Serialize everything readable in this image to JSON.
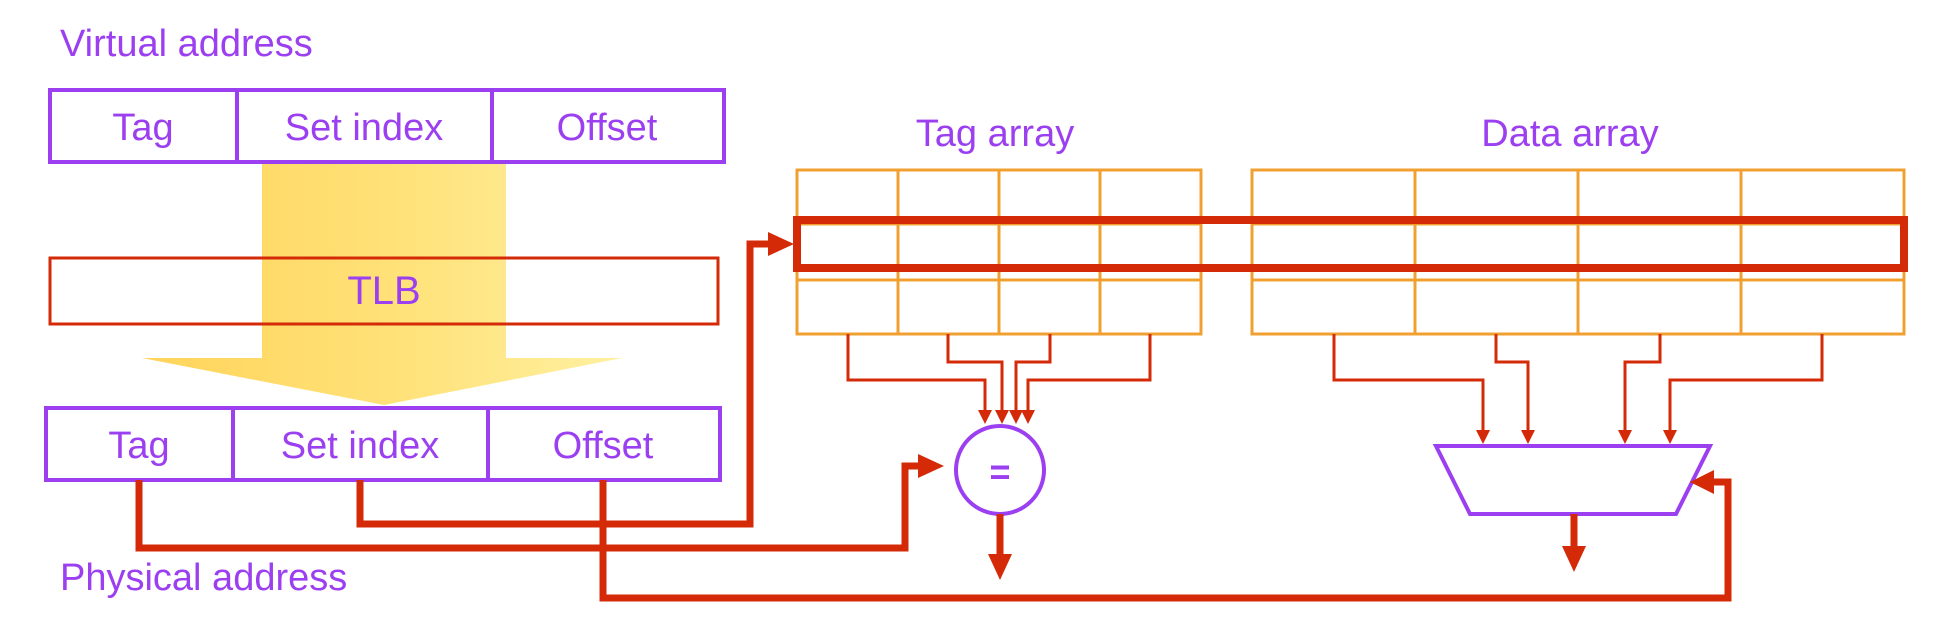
{
  "virtual_address": {
    "title": "Virtual address",
    "fields": [
      "Tag",
      "Set index",
      "Offset"
    ]
  },
  "tlb": {
    "label": "TLB"
  },
  "physical_address": {
    "title": "Physical address",
    "fields": [
      "Tag",
      "Set index",
      "Offset"
    ]
  },
  "tag_array": {
    "title": "Tag array",
    "columns": 4,
    "rows": 3
  },
  "data_array": {
    "title": "Data array",
    "columns": 4,
    "rows": 3
  },
  "comparator": {
    "symbol": "="
  },
  "colors": {
    "purple": "#9b3ff0",
    "red": "#d42a08",
    "orange": "#f0a030",
    "arrow_fill": "#ffd75a",
    "arrow_light": "#fff3b0"
  }
}
